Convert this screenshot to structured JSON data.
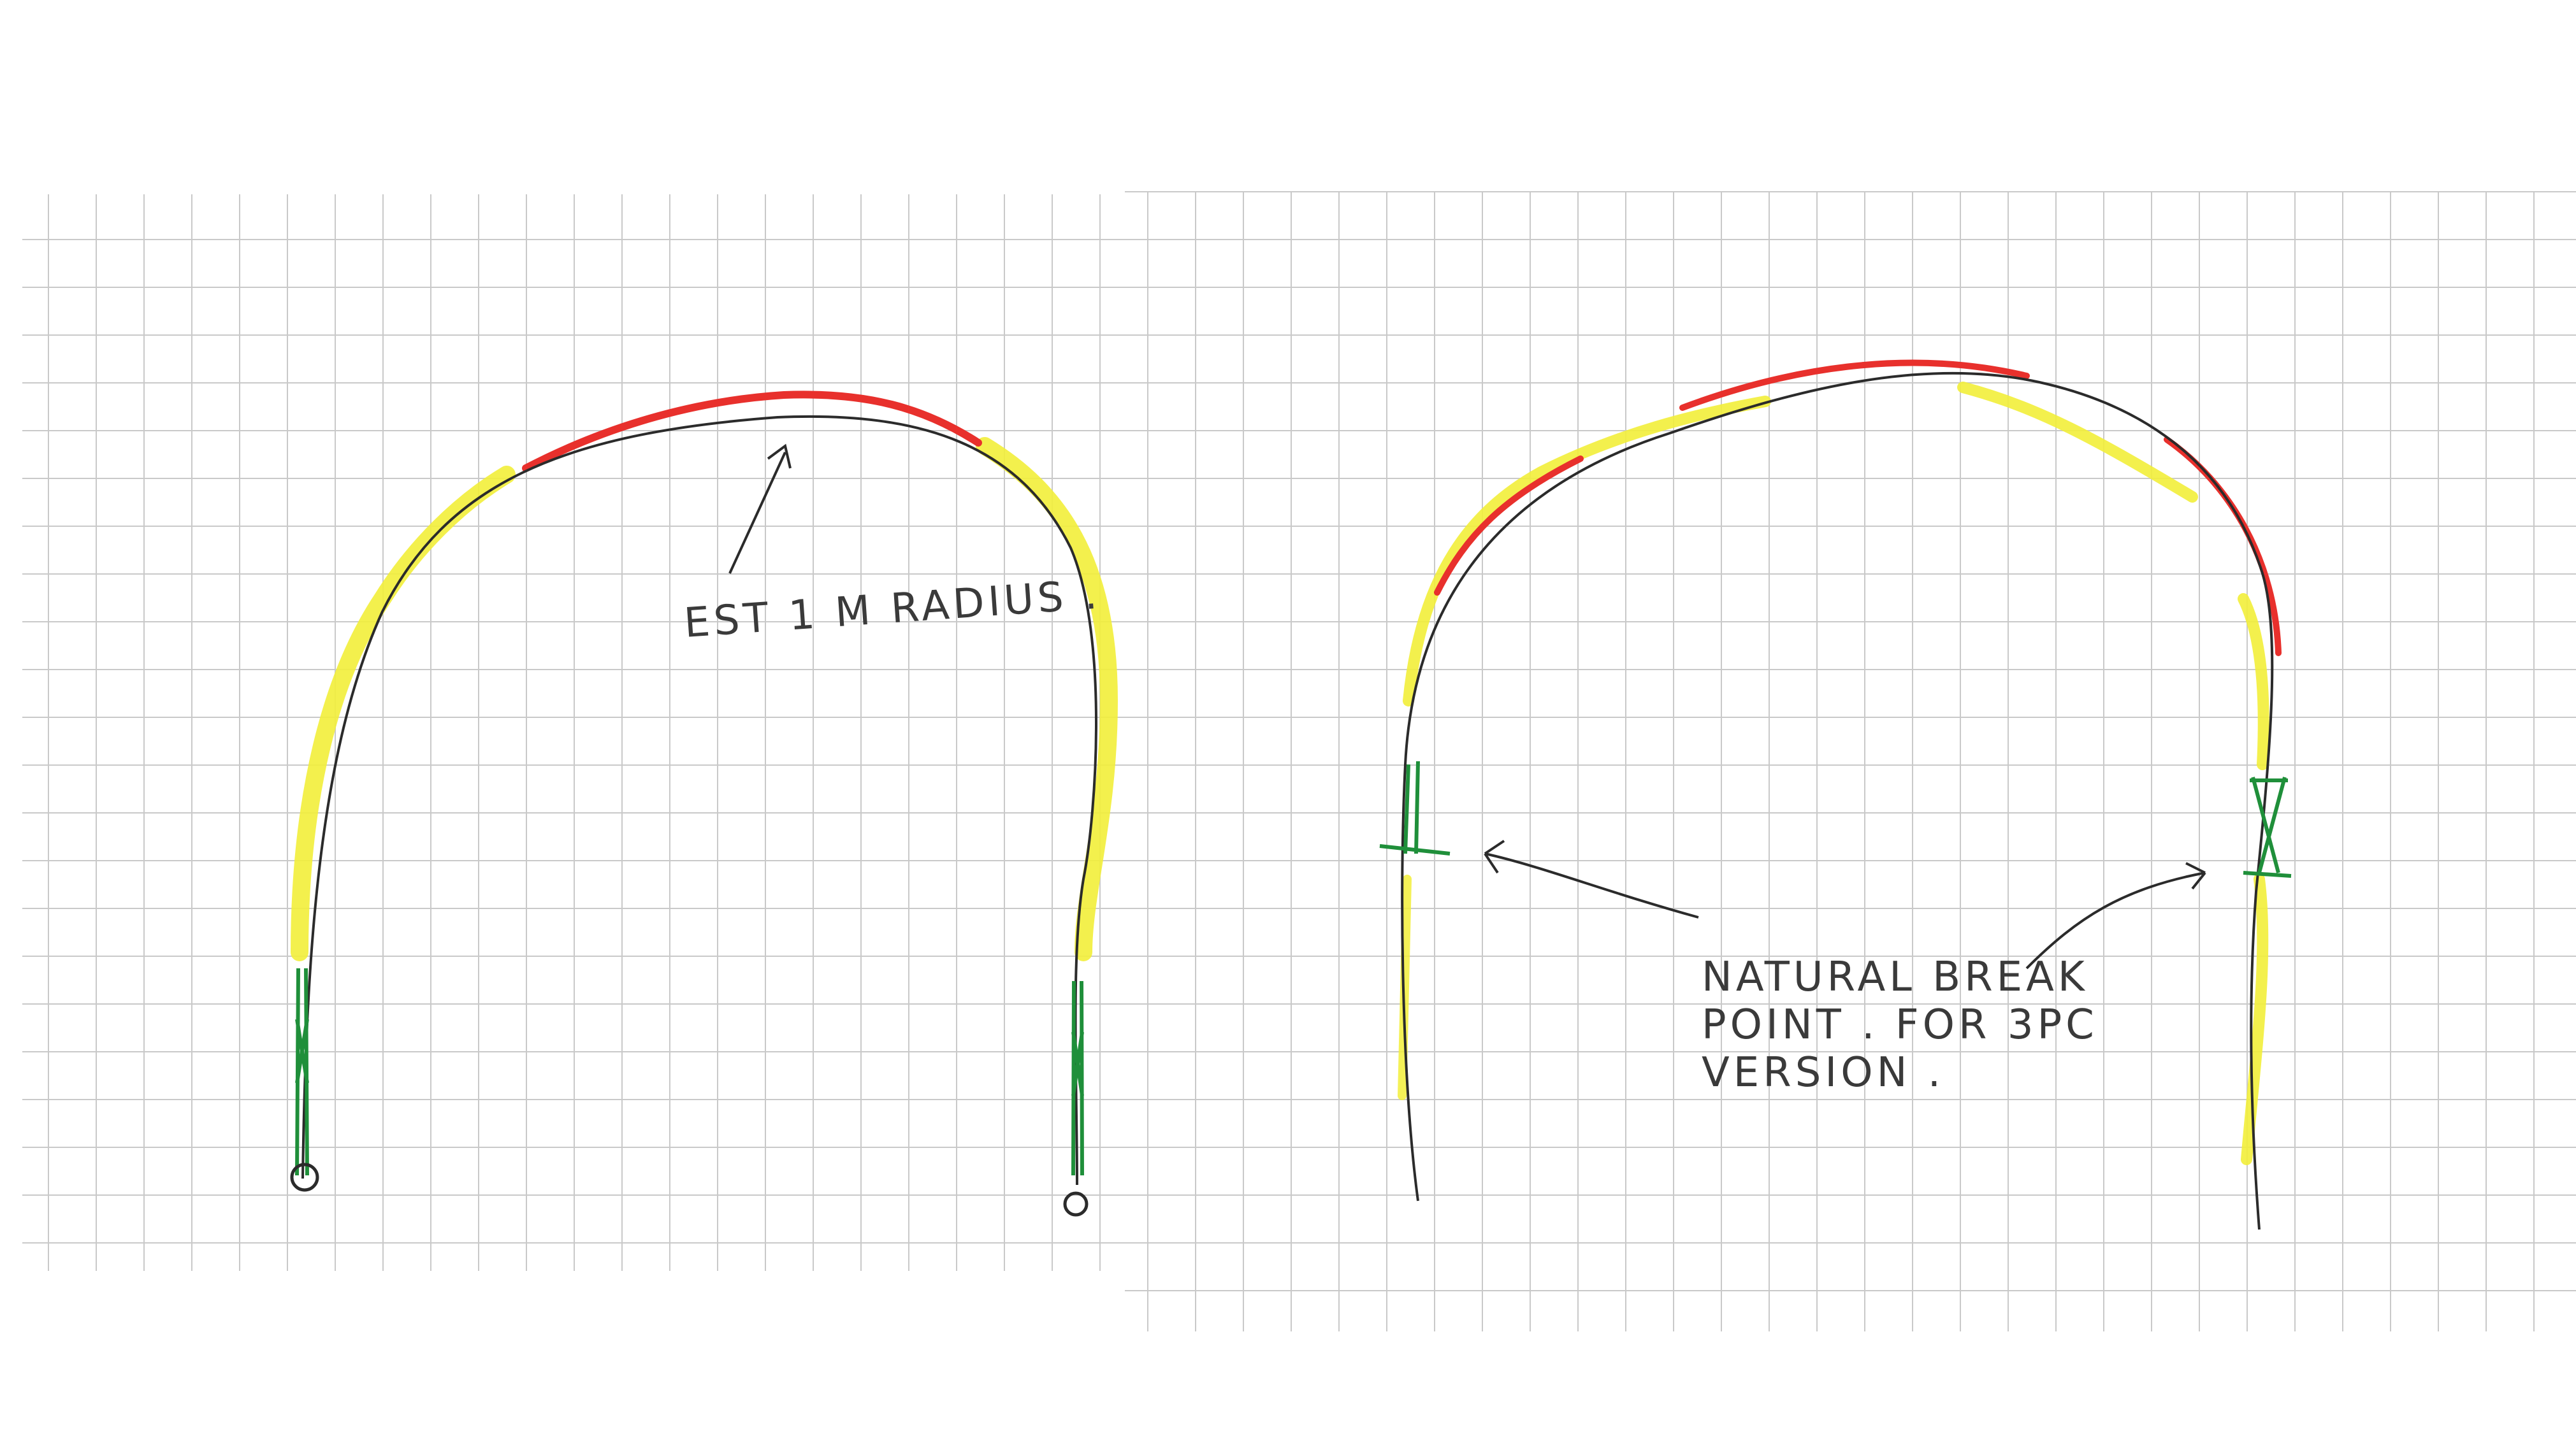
{
  "sketch": {
    "left_arch": {
      "annotation": "EST 1 M RADIUS ."
    },
    "right_arch": {
      "annotation_lines": [
        "NATURAL BREAK",
        "POINT . FOR 3PC",
        "VERSION ."
      ]
    }
  },
  "colors": {
    "paper": "#ffffff",
    "grid": "#c9c9c9",
    "pencil": "#2b2b2b",
    "highlight_yellow": "#f2ee3a",
    "highlight_red": "#e8302c",
    "highlight_green": "#1f8f3a"
  }
}
